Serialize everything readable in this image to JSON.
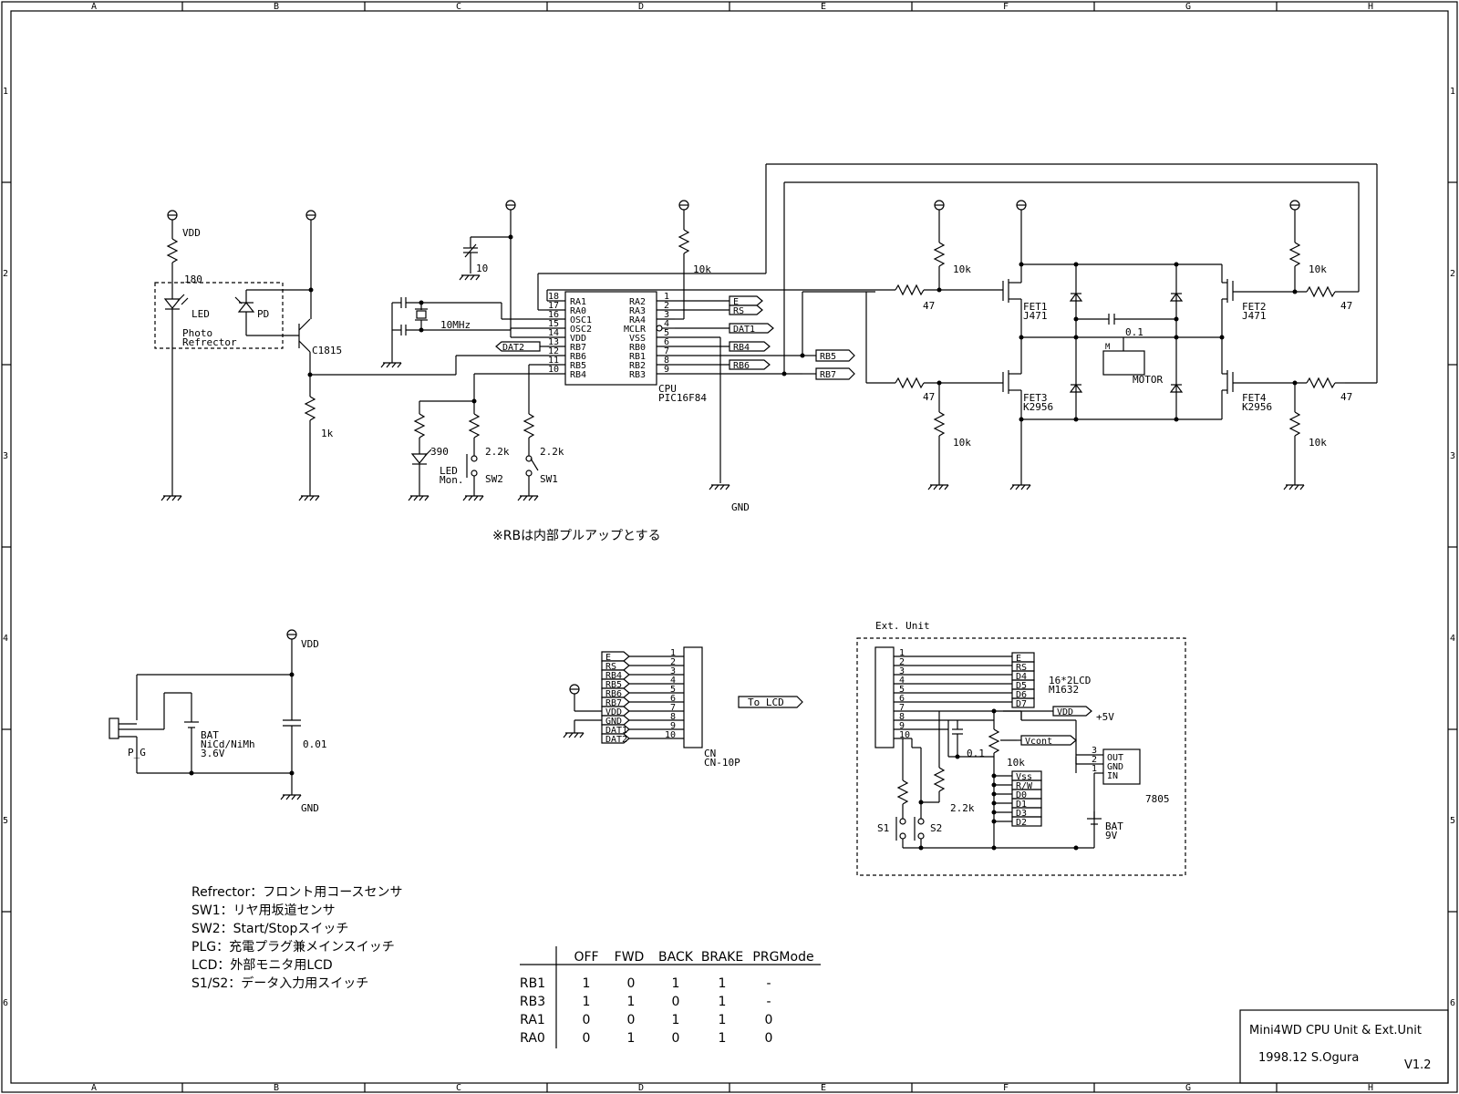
{
  "frame": {
    "cols": [
      "A",
      "B",
      "C",
      "D",
      "E",
      "F",
      "G",
      "H"
    ],
    "rows": [
      "1",
      "2",
      "3",
      "4",
      "5",
      "6"
    ]
  },
  "sensor": {
    "vdd": "VDD",
    "r_led": "180",
    "led": "LED",
    "pd": "PD",
    "photo_line1": "Photo",
    "photo_line2": "Refrector",
    "transistor": "C1815",
    "r_emitter": "1k"
  },
  "cpu": {
    "cap_osc": "10",
    "crystal": "10MHz",
    "r_mclr": "10k",
    "name": "CPU",
    "part": "PIC16F84",
    "left_pin_names": [
      "RA1",
      "RA0",
      "OSC1",
      "OSC2",
      "VDD",
      "RB7",
      "RB6",
      "RB5",
      "RB4"
    ],
    "left_pin_nums": [
      "18",
      "17",
      "16",
      "15",
      "14",
      "13",
      "12",
      "11",
      "10"
    ],
    "right_pin_names": [
      "RA2",
      "RA3",
      "RA4",
      "MCLR",
      "VSS",
      "RB0",
      "RB1",
      "RB2",
      "RB3"
    ],
    "right_pin_nums": [
      "1",
      "2",
      "3",
      "4",
      "5",
      "6",
      "7",
      "8",
      "9"
    ],
    "gnd": "GND",
    "net_dat2": "DAT2",
    "r_led_mon": "390",
    "led_mon1": "LED",
    "led_mon2": "Mon.",
    "r_sw2": "2.2k",
    "r_sw1": "2.2k",
    "sw2": "SW2",
    "sw1": "SW1",
    "out_nets": [
      "E",
      "RS",
      "DAT1",
      "RB4",
      "RB6"
    ],
    "rb5": "RB5",
    "rb7": "RB7",
    "note": "※RBは内部プルアップとする"
  },
  "hbridge": {
    "r_gate_top_left": "10k",
    "r_gate_ser_left": "47",
    "fet1": "FET1",
    "fet1_part": "J471",
    "r_gate_top_right": "10k",
    "r_gate_ser_right": "47",
    "fet2": "FET2",
    "fet2_part": "J471",
    "r_gate_bot_left": "47",
    "r_pull_bot_left": "10k",
    "fet3": "FET3",
    "fet3_part": "K2956",
    "r_gate_bot_right": "47",
    "r_pull_bot_right": "10k",
    "fet4": "FET4",
    "fet4_part": "K2956",
    "cap": "0.1",
    "motor": "MOTOR",
    "motor_pin": "M"
  },
  "power": {
    "vdd": "VDD",
    "bat1": "BAT",
    "bat2": "NiCd/NiMh",
    "bat3": "3.6V",
    "cap": "0.01",
    "plug": "P_G",
    "gnd": "GND"
  },
  "connector": {
    "nets": [
      "E",
      "RS",
      "RB4",
      "RB5",
      "RB6",
      "RB7",
      "VDD",
      "GND",
      "DAT1",
      "DAT2"
    ],
    "pins": [
      "1",
      "2",
      "3",
      "4",
      "5",
      "6",
      "7",
      "8",
      "9",
      "10"
    ],
    "to_lcd": "To LCD",
    "name": "CN",
    "part": "CN-10P"
  },
  "ext": {
    "title": "Ext. Unit",
    "pins": [
      "1",
      "2",
      "3",
      "4",
      "5",
      "6",
      "7",
      "8",
      "9",
      "10"
    ],
    "lcd_pins": [
      "E",
      "RS",
      "D4",
      "D5",
      "D6",
      "D7"
    ],
    "lcd_name": "16*2LCD",
    "lcd_part": "M1632",
    "vdd": "VDD",
    "plus5v": "+5V",
    "vcont": "Vcont",
    "cap": "0.1",
    "pot": "10k",
    "lcd_low_pins": [
      "Vss",
      "R/W",
      "D0",
      "D1",
      "D3",
      "D2"
    ],
    "r_sw": "2.2k",
    "s1": "S1",
    "s2": "S2",
    "reg_pins": [
      "OUT",
      "GND",
      "IN"
    ],
    "reg_nums": [
      "3",
      "2",
      "1"
    ],
    "reg": "7805",
    "bat1": "BAT",
    "bat2": "9V"
  },
  "legend": [
    "Refrector：フロント用コースセンサ",
    "SW1：リヤ用坂道センサ",
    "SW2：Start/Stopスイッチ",
    "PLG：充電プラグ兼メインスイッチ",
    "LCD：外部モニタ用LCD",
    "S1/S2：データ入力用スイッチ"
  ],
  "truth_table": {
    "columns": [
      "OFF",
      "FWD",
      "BACK",
      "BRAKE",
      "PRGMode"
    ],
    "rows": [
      {
        "label": "RB1",
        "values": [
          "1",
          "0",
          "1",
          "1",
          "-"
        ]
      },
      {
        "label": "RB3",
        "values": [
          "1",
          "1",
          "0",
          "1",
          "-"
        ]
      },
      {
        "label": "RA1",
        "values": [
          "0",
          "0",
          "1",
          "1",
          "0"
        ]
      },
      {
        "label": "RA0",
        "values": [
          "0",
          "1",
          "0",
          "1",
          "0"
        ]
      }
    ]
  },
  "title_block": {
    "title": "Mini4WD CPU Unit & Ext.Unit",
    "date_author": "1998.12  S.Ogura",
    "version": "V1.2"
  }
}
